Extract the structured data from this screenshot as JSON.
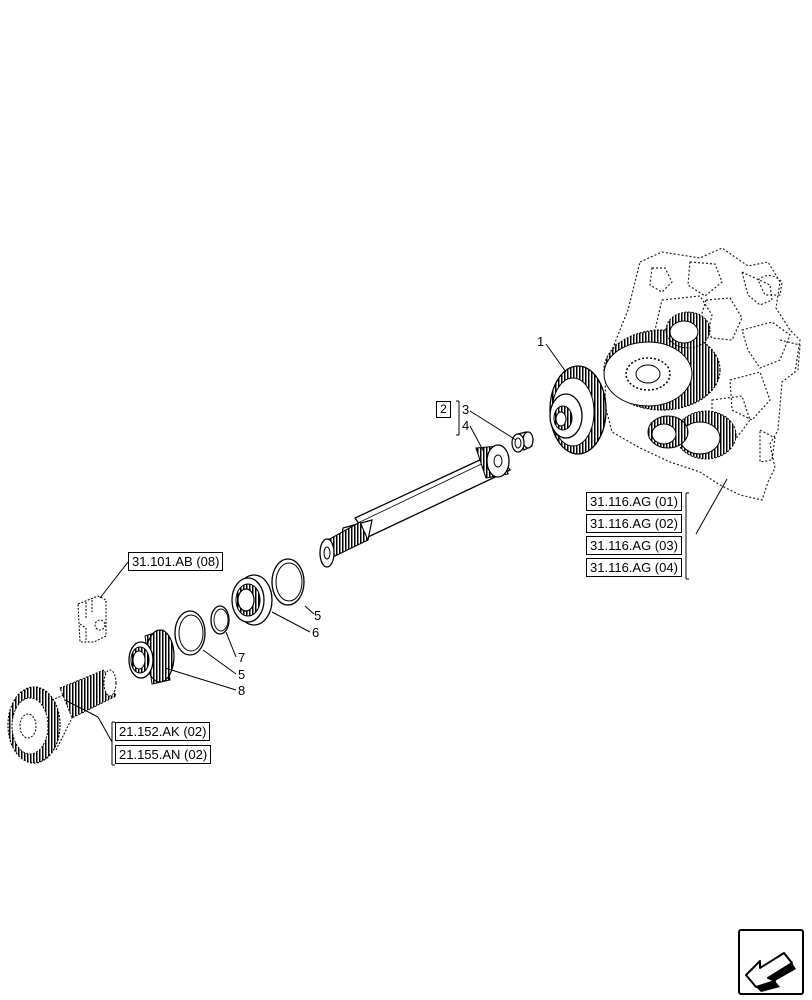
{
  "callouts": {
    "c1": "1",
    "c2": "2",
    "c3": "3",
    "c4": "4",
    "c5a": "5",
    "c6": "6",
    "c7": "7",
    "c5b": "5",
    "c8": "8"
  },
  "references": {
    "r31116_01": "31.116.AG (01)",
    "r31116_02": "31.116.AG (02)",
    "r31116_03": "31.116.AG (03)",
    "r31116_04": "31.116.AG (04)",
    "r31101": "31.101.AB (08)",
    "r21152": "21.152.AK (02)",
    "r21155": "21.155.AN (02)"
  },
  "icons": {
    "nav": "next-page-arrow-icon"
  }
}
